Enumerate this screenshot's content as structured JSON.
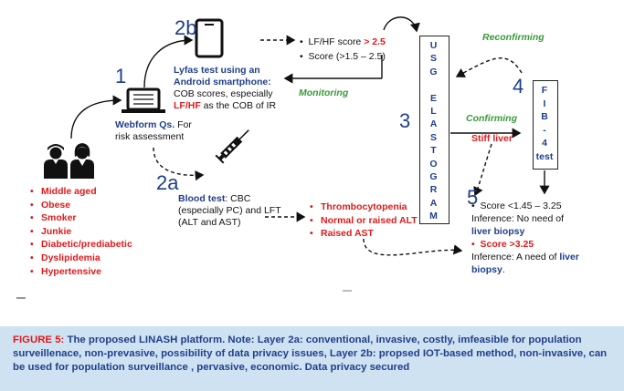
{
  "steps": {
    "s1": "1",
    "s2a": "2a",
    "s2b": "2b",
    "s3": "3",
    "s4": "4",
    "s5": "5"
  },
  "risk_factors": [
    "Middle aged",
    "Obese",
    "Smoker",
    "Junkie",
    "Diabetic/prediabetic",
    "Dyslipidemia",
    "Hypertensive"
  ],
  "webform": {
    "title": "Webform Qs.",
    "rest": " For",
    "line2": "risk assessment"
  },
  "lyfas": {
    "line1": "Lyfas test using an",
    "line2": "Android smartphone",
    "line2_suffix": ":",
    "line3": "COB scores, especially",
    "line4_red": "LF/HF",
    "line4_rest": " as the COB of IR"
  },
  "lfhf_out": {
    "bullet1_prefix": "LF/HF score ",
    "bullet1_red": "> 2.5",
    "bullet2": "Score (>1.5 – 2.5)"
  },
  "labels": {
    "monitoring": "Monitoring",
    "reconfirming": "Reconfirming",
    "confirming": "Confirming",
    "stiff_liver": "Stiff liver"
  },
  "blood": {
    "title": "Blood test",
    "rest": ": CBC",
    "line2": "(especially PC) and LFT",
    "line3": "(ALT and AST)"
  },
  "blood_out": [
    "Thrombocytopenia",
    "Normal or raised ALT",
    "Raised AST"
  ],
  "usg_letters": [
    "U",
    "S",
    "G",
    "",
    "E",
    "L",
    "A",
    "S",
    "T",
    "O",
    "G",
    "R",
    "A",
    "M"
  ],
  "fib_letters": [
    "F",
    "I",
    "B",
    "-",
    "4",
    "test"
  ],
  "result": {
    "b1": "Score <1.45 – 3.25",
    "inf1": "Inference: No need of",
    "inf1_blue": "liver biopsy",
    "b2": "Score >3.25",
    "inf2_prefix": "Inference: A need of ",
    "inf2_blue1": "liver",
    "inf2_blue2": "biopsy",
    "inf2_end": "."
  },
  "caption": {
    "label": "FIGURE 5:",
    "text": " The proposed LINASH platform. Note: Layer 2a: conventional, invasive, costly, imfeasible for population surveillenace, non-prevasive, possibility of data privacy issues, Layer 2b: propsed IOT-based method, non-invasive, can be used for population surveillance , pervasive, economic. Data privacy secured"
  },
  "colors": {
    "blue": "#1f3f8c",
    "red": "#e0191b",
    "green": "#3a9a3a",
    "caption_bg": "#cfe2f1"
  }
}
